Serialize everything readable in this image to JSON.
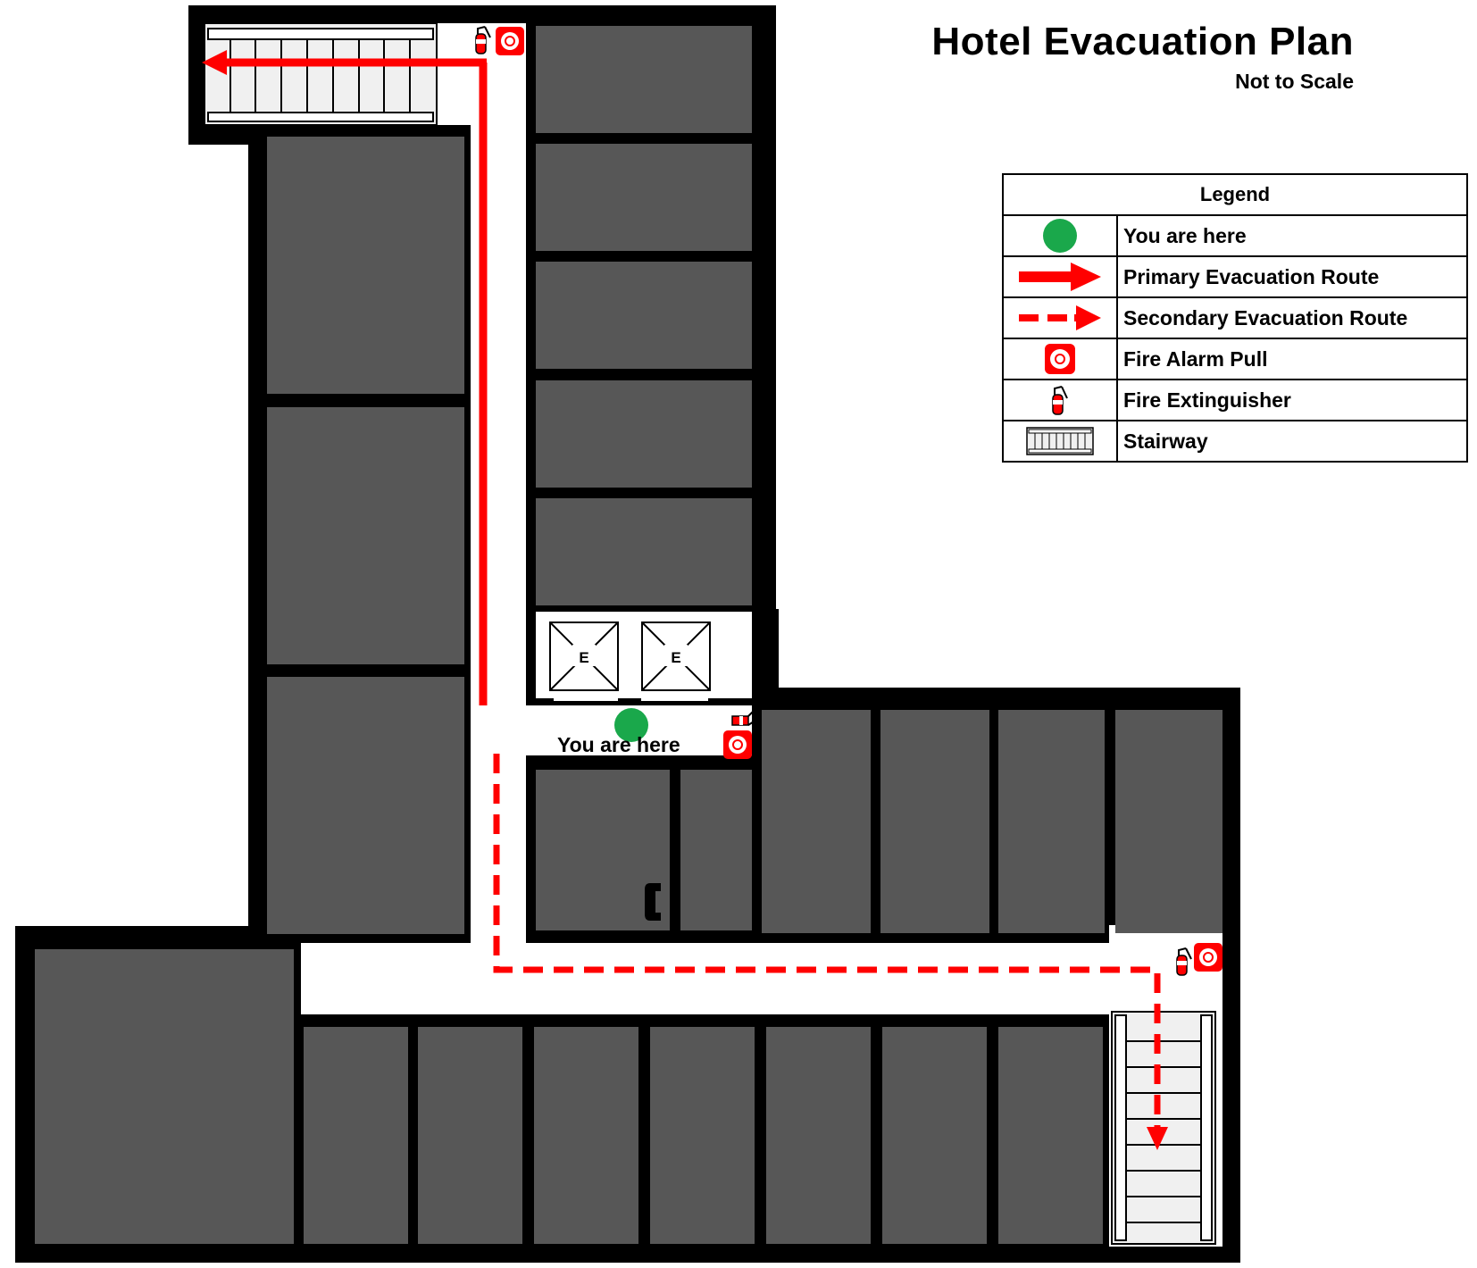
{
  "title": "Hotel Evacuation Plan",
  "subtitle": "Not to Scale",
  "legend": {
    "heading": "Legend",
    "items": [
      {
        "label": "You are here",
        "icon": "you-are-here-dot"
      },
      {
        "label": "Primary Evacuation Route",
        "icon": "solid-red-arrow"
      },
      {
        "label": "Secondary Evacuation Route",
        "icon": "dashed-red-arrow"
      },
      {
        "label": "Fire Alarm Pull",
        "icon": "fire-alarm-pull"
      },
      {
        "label": "Fire Extinguisher",
        "icon": "fire-extinguisher"
      },
      {
        "label": "Stairway",
        "icon": "stairway"
      }
    ]
  },
  "map": {
    "you_are_here_label": "You are here",
    "elevator_label": "E",
    "colors": {
      "wall": "#000000",
      "room": "#575757",
      "route": "#ff0000",
      "you_are_here": "#1aa84b",
      "stair_fill": "#f0f0f0"
    }
  }
}
